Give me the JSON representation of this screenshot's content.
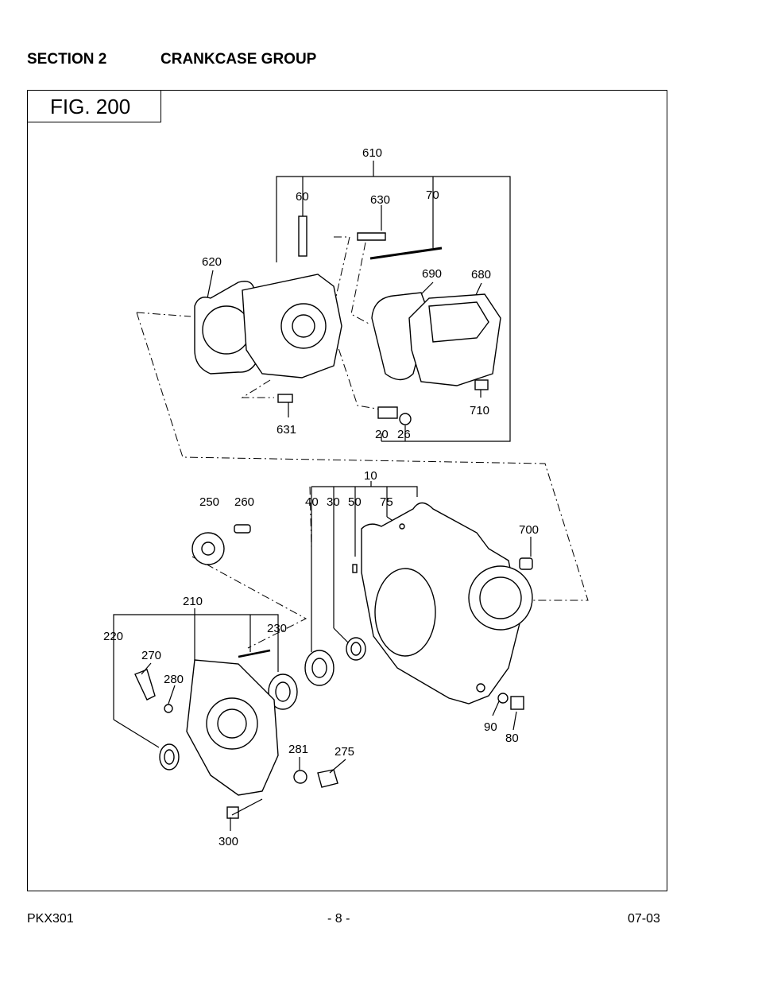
{
  "header": {
    "section": "SECTION 2",
    "group": "CRANKCASE GROUP"
  },
  "figure": {
    "label": "FIG. 200"
  },
  "callouts": {
    "c610": "610",
    "c60": "60",
    "c630": "630",
    "c70": "70",
    "c620": "620",
    "c690": "690",
    "c680": "680",
    "c710": "710",
    "c631": "631",
    "c20": "20",
    "c26": "26",
    "c10": "10",
    "c40": "40",
    "c30": "30",
    "c50": "50",
    "c75": "75",
    "c250": "250",
    "c260": "260",
    "c700": "700",
    "c210": "210",
    "c220": "220",
    "c230": "230",
    "c270": "270",
    "c280": "280",
    "c281": "281",
    "c275": "275",
    "c300": "300",
    "c90": "90",
    "c80": "80"
  },
  "footer": {
    "model": "PKX301",
    "page": "- 8 -",
    "date": "07-03"
  }
}
